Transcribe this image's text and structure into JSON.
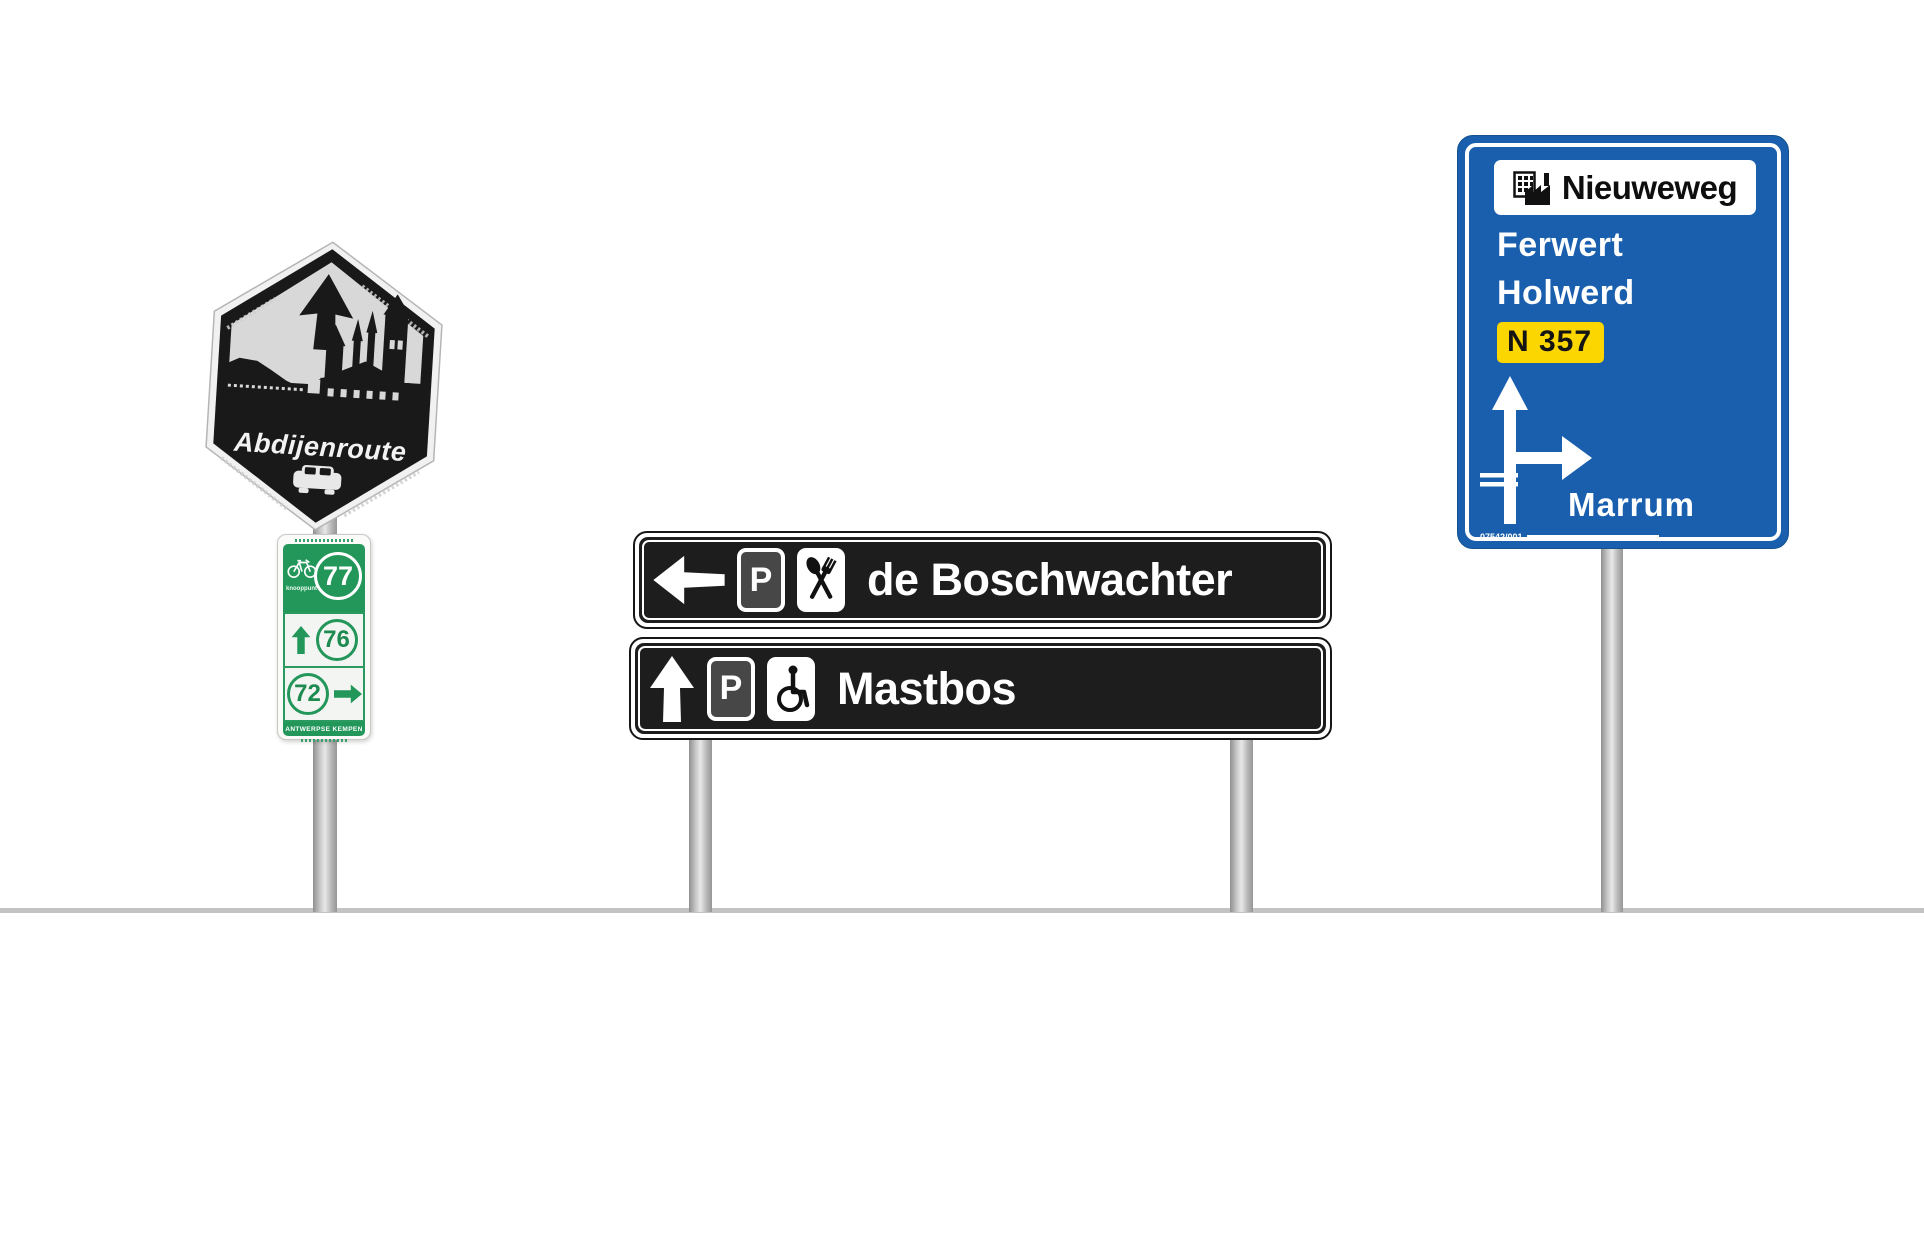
{
  "colors": {
    "sign_black": "#1d1d1d",
    "sign_blue": "#1a5fae",
    "road_number_yellow": "#fcd600",
    "junction_green": "#23965a",
    "ground_line": "#c3c3c3"
  },
  "abbey_route_sign": {
    "title": "Abdijenroute",
    "icons": [
      "up-arrow-icon",
      "abbey-silhouette",
      "car-icon"
    ]
  },
  "junction_sign": {
    "header": {
      "number": "77",
      "label": "knooppunt",
      "icon": "bicycle-icon"
    },
    "rows": [
      {
        "number": "76",
        "direction": "up"
      },
      {
        "number": "72",
        "direction": "right"
      }
    ],
    "region": "ANTWERPSE KEMPEN"
  },
  "direction_signs": [
    {
      "label": "de Boschwachter",
      "direction": "left",
      "parking_letter": "P",
      "icons": [
        "left-arrow-icon",
        "parking-icon",
        "restaurant-icon"
      ]
    },
    {
      "label": "Mastbos",
      "direction": "up",
      "parking_letter": "P",
      "icons": [
        "up-arrow-icon",
        "parking-icon",
        "wheelchair-icon"
      ]
    }
  ],
  "blue_sign": {
    "street": "Nieuweweg",
    "street_icon": "factory-icon",
    "destinations": [
      "Ferwert",
      "Holwerd"
    ],
    "road_number": "N 357",
    "branch_destination": "Marrum",
    "plate_id": "07542/001"
  }
}
